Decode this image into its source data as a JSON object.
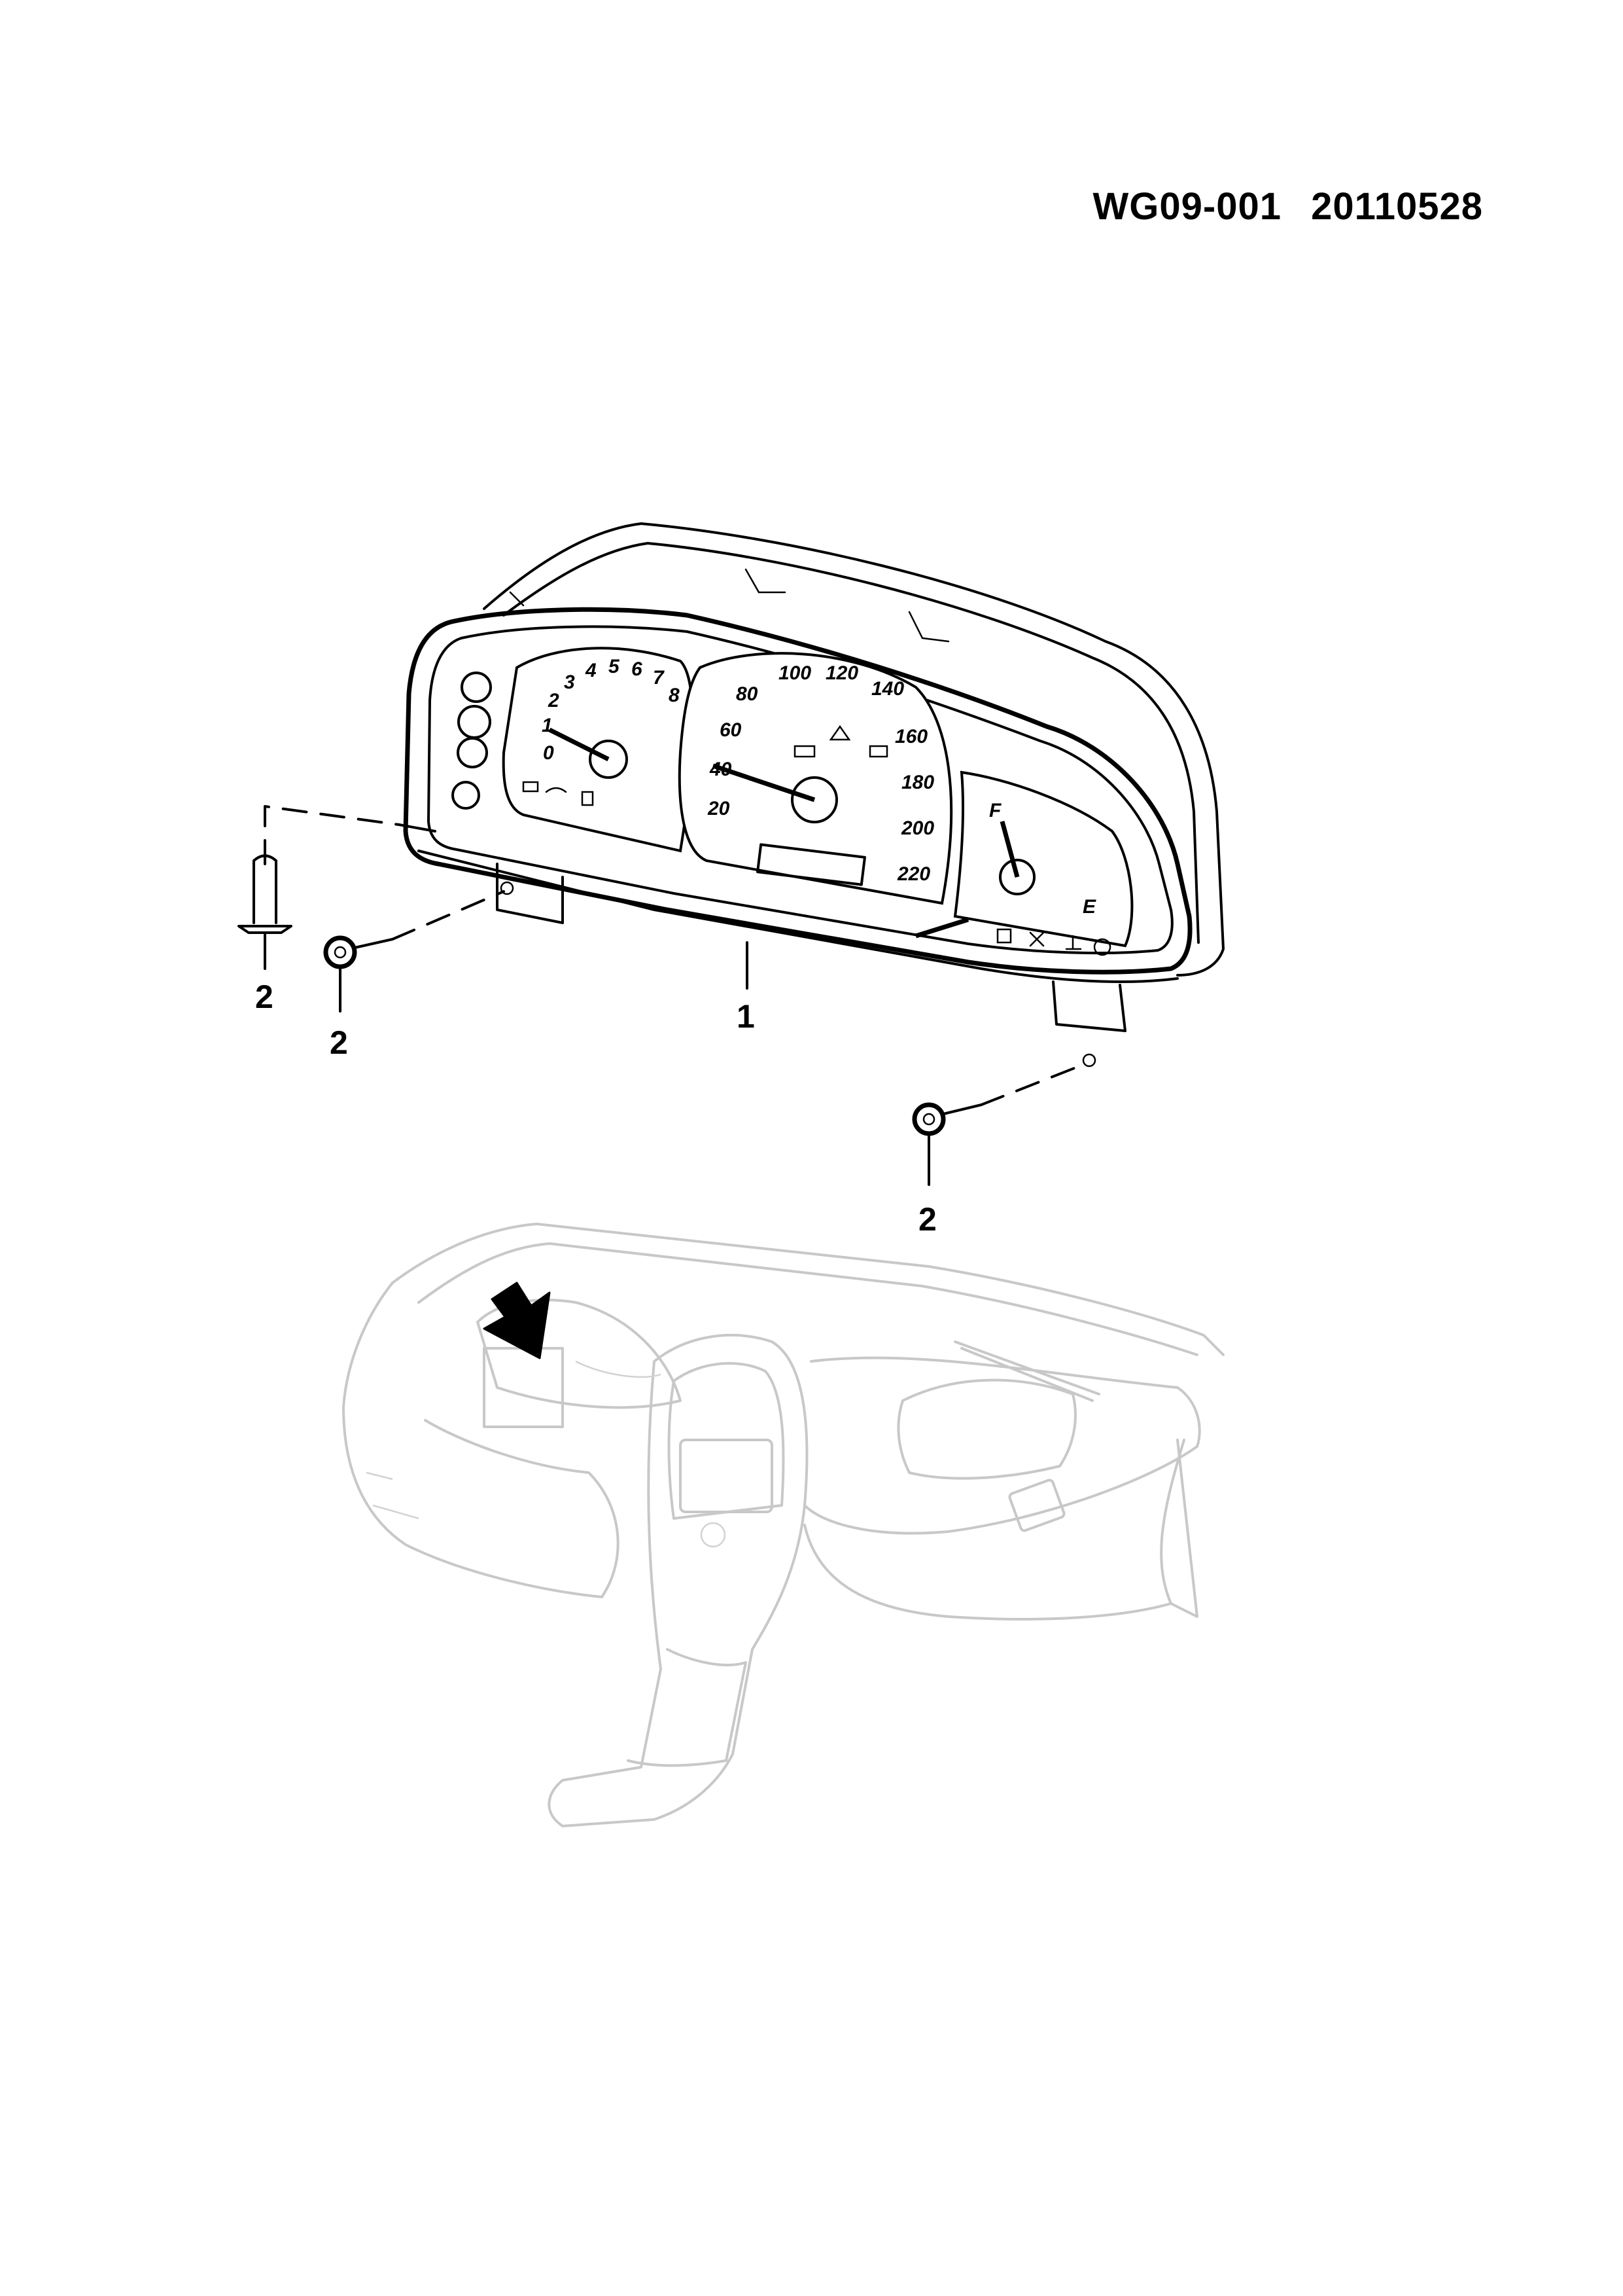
{
  "header": {
    "diagram_code": "WG09-001",
    "date_code": "20110528"
  },
  "callouts": [
    {
      "id": "callout-1",
      "label": "1"
    },
    {
      "id": "callout-2a",
      "label": "2"
    },
    {
      "id": "callout-2b",
      "label": "2"
    },
    {
      "id": "callout-2c",
      "label": "2"
    }
  ],
  "gauges": {
    "tachometer_ticks": [
      "0",
      "1",
      "2",
      "3",
      "4",
      "5",
      "6",
      "7",
      "8"
    ],
    "speedometer_ticks": [
      "20",
      "40",
      "60",
      "80",
      "100",
      "120",
      "140",
      "160",
      "180",
      "200",
      "220"
    ],
    "fuel_marks": [
      "F",
      "E"
    ]
  },
  "colors": {
    "ink": "#000000",
    "ghost": "#c8c8c8",
    "paper": "#ffffff"
  }
}
